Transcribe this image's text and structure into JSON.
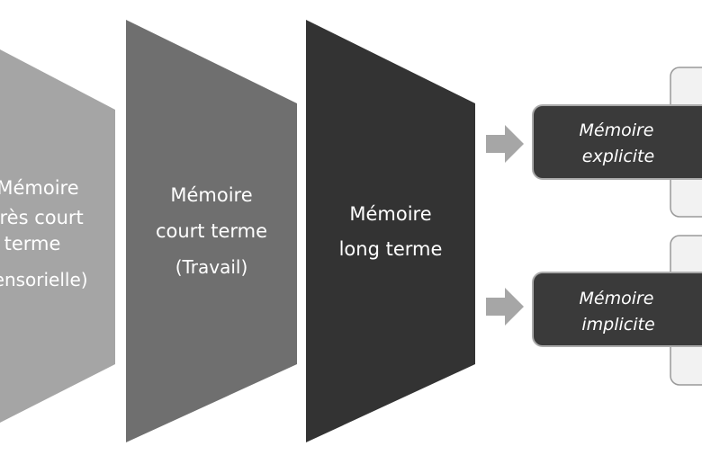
{
  "stages": [
    {
      "lines": [
        "Mémoire",
        "très court",
        "terme"
      ],
      "sub": "(sensorielle)",
      "color": "#a5a5a5"
    },
    {
      "lines": [
        "Mémoire",
        "court terme"
      ],
      "sub": "(Travail)",
      "color": "#6f6f6f"
    },
    {
      "lines": [
        "Mémoire",
        "long terme"
      ],
      "color": "#333333"
    }
  ],
  "branches": [
    {
      "lines": [
        "Mémoire",
        "explicite"
      ]
    },
    {
      "lines": [
        "Mémoire",
        "implicite"
      ]
    }
  ],
  "colors": {
    "arrow": "#a6a6a6",
    "branch_box": "#3a3a3a",
    "back_box": "#f2f2f2"
  }
}
